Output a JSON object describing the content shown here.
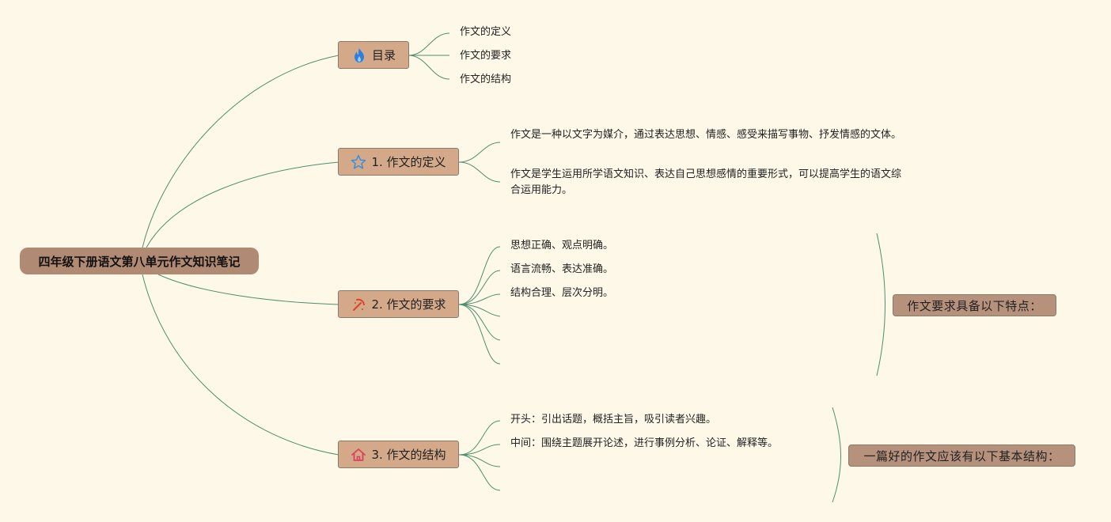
{
  "root": {
    "label": "四年级下册语文第八单元作文知识笔记"
  },
  "branches": [
    {
      "label": "目录",
      "icon": "flame-icon",
      "children": [
        "作文的定义",
        "作文的要求",
        "作文的结构"
      ]
    },
    {
      "label": "1. 作文的定义",
      "icon": "star-icon",
      "children": [
        "作文是一种以文字为媒介，通过表达思想、情感、感受来描写事物、抒发情感的文体。",
        "作文是学生运用所学语文知识、表达自己思想感情的重要形式，可以提高学生的语文综合运用能力。"
      ]
    },
    {
      "label": "2. 作文的要求",
      "icon": "pickaxe-icon",
      "children": [
        "思想正确、观点明确。",
        "语言流畅、表达准确。",
        "结构合理、层次分明。"
      ],
      "summary": "作文要求具备以下特点："
    },
    {
      "label": "3. 作文的结构",
      "icon": "house-icon",
      "children": [
        "开头：引出话题，概括主旨，吸引读者兴趣。",
        "中间：围绕主题展开论述，进行事例分析、论证、解释等。"
      ],
      "summary": "一篇好的作文应该有以下基本结构："
    }
  ],
  "colors": {
    "background": "#fdf8e8",
    "root_fill": "#b08a73",
    "branch_fill": "#d3a98a",
    "summary_fill": "#b6917c",
    "line": "#4f8f6f",
    "flame": "#2f7fe0",
    "star": "#3d8ed8",
    "pickaxe": "#d9432b",
    "house": "#d9435a"
  }
}
